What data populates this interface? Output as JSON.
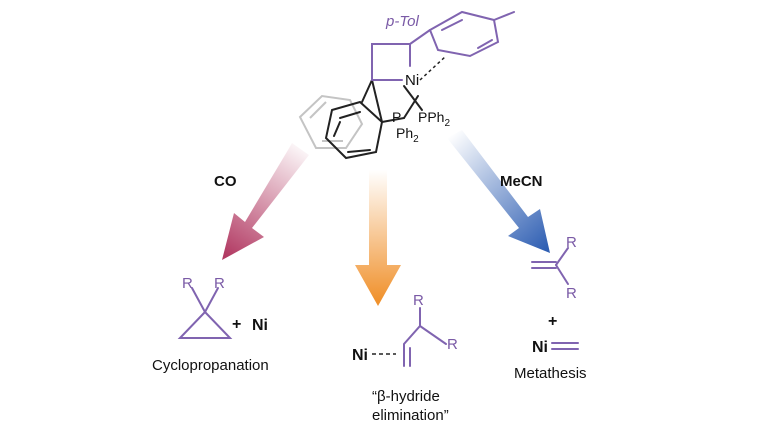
{
  "complex": {
    "tol_label": "p-Tol",
    "ni_label": "Ni",
    "pph2_label": "PPh",
    "pph2_sub": "2",
    "p_label": "P",
    "ph2_label": "Ph",
    "ph2_sub": "2"
  },
  "pathways": {
    "left": {
      "reagent": "CO",
      "r1": "R",
      "r2": "R",
      "plus": "+",
      "ni": "Ni",
      "name": "Cyclopropanation",
      "color": "#b23a63"
    },
    "middle": {
      "ni": "Ni",
      "r1": "R",
      "r2": "R",
      "name_line1": "“β-hydride",
      "name_line2": "elimination”",
      "color": "#f0922e"
    },
    "right": {
      "reagent": "MeCN",
      "r1": "R",
      "r2": "R",
      "plus": "+",
      "ni": "Ni",
      "name": "Metathesis",
      "color": "#2f5fb3"
    }
  },
  "colors": {
    "purple": "#8064b0",
    "black": "#222222"
  }
}
